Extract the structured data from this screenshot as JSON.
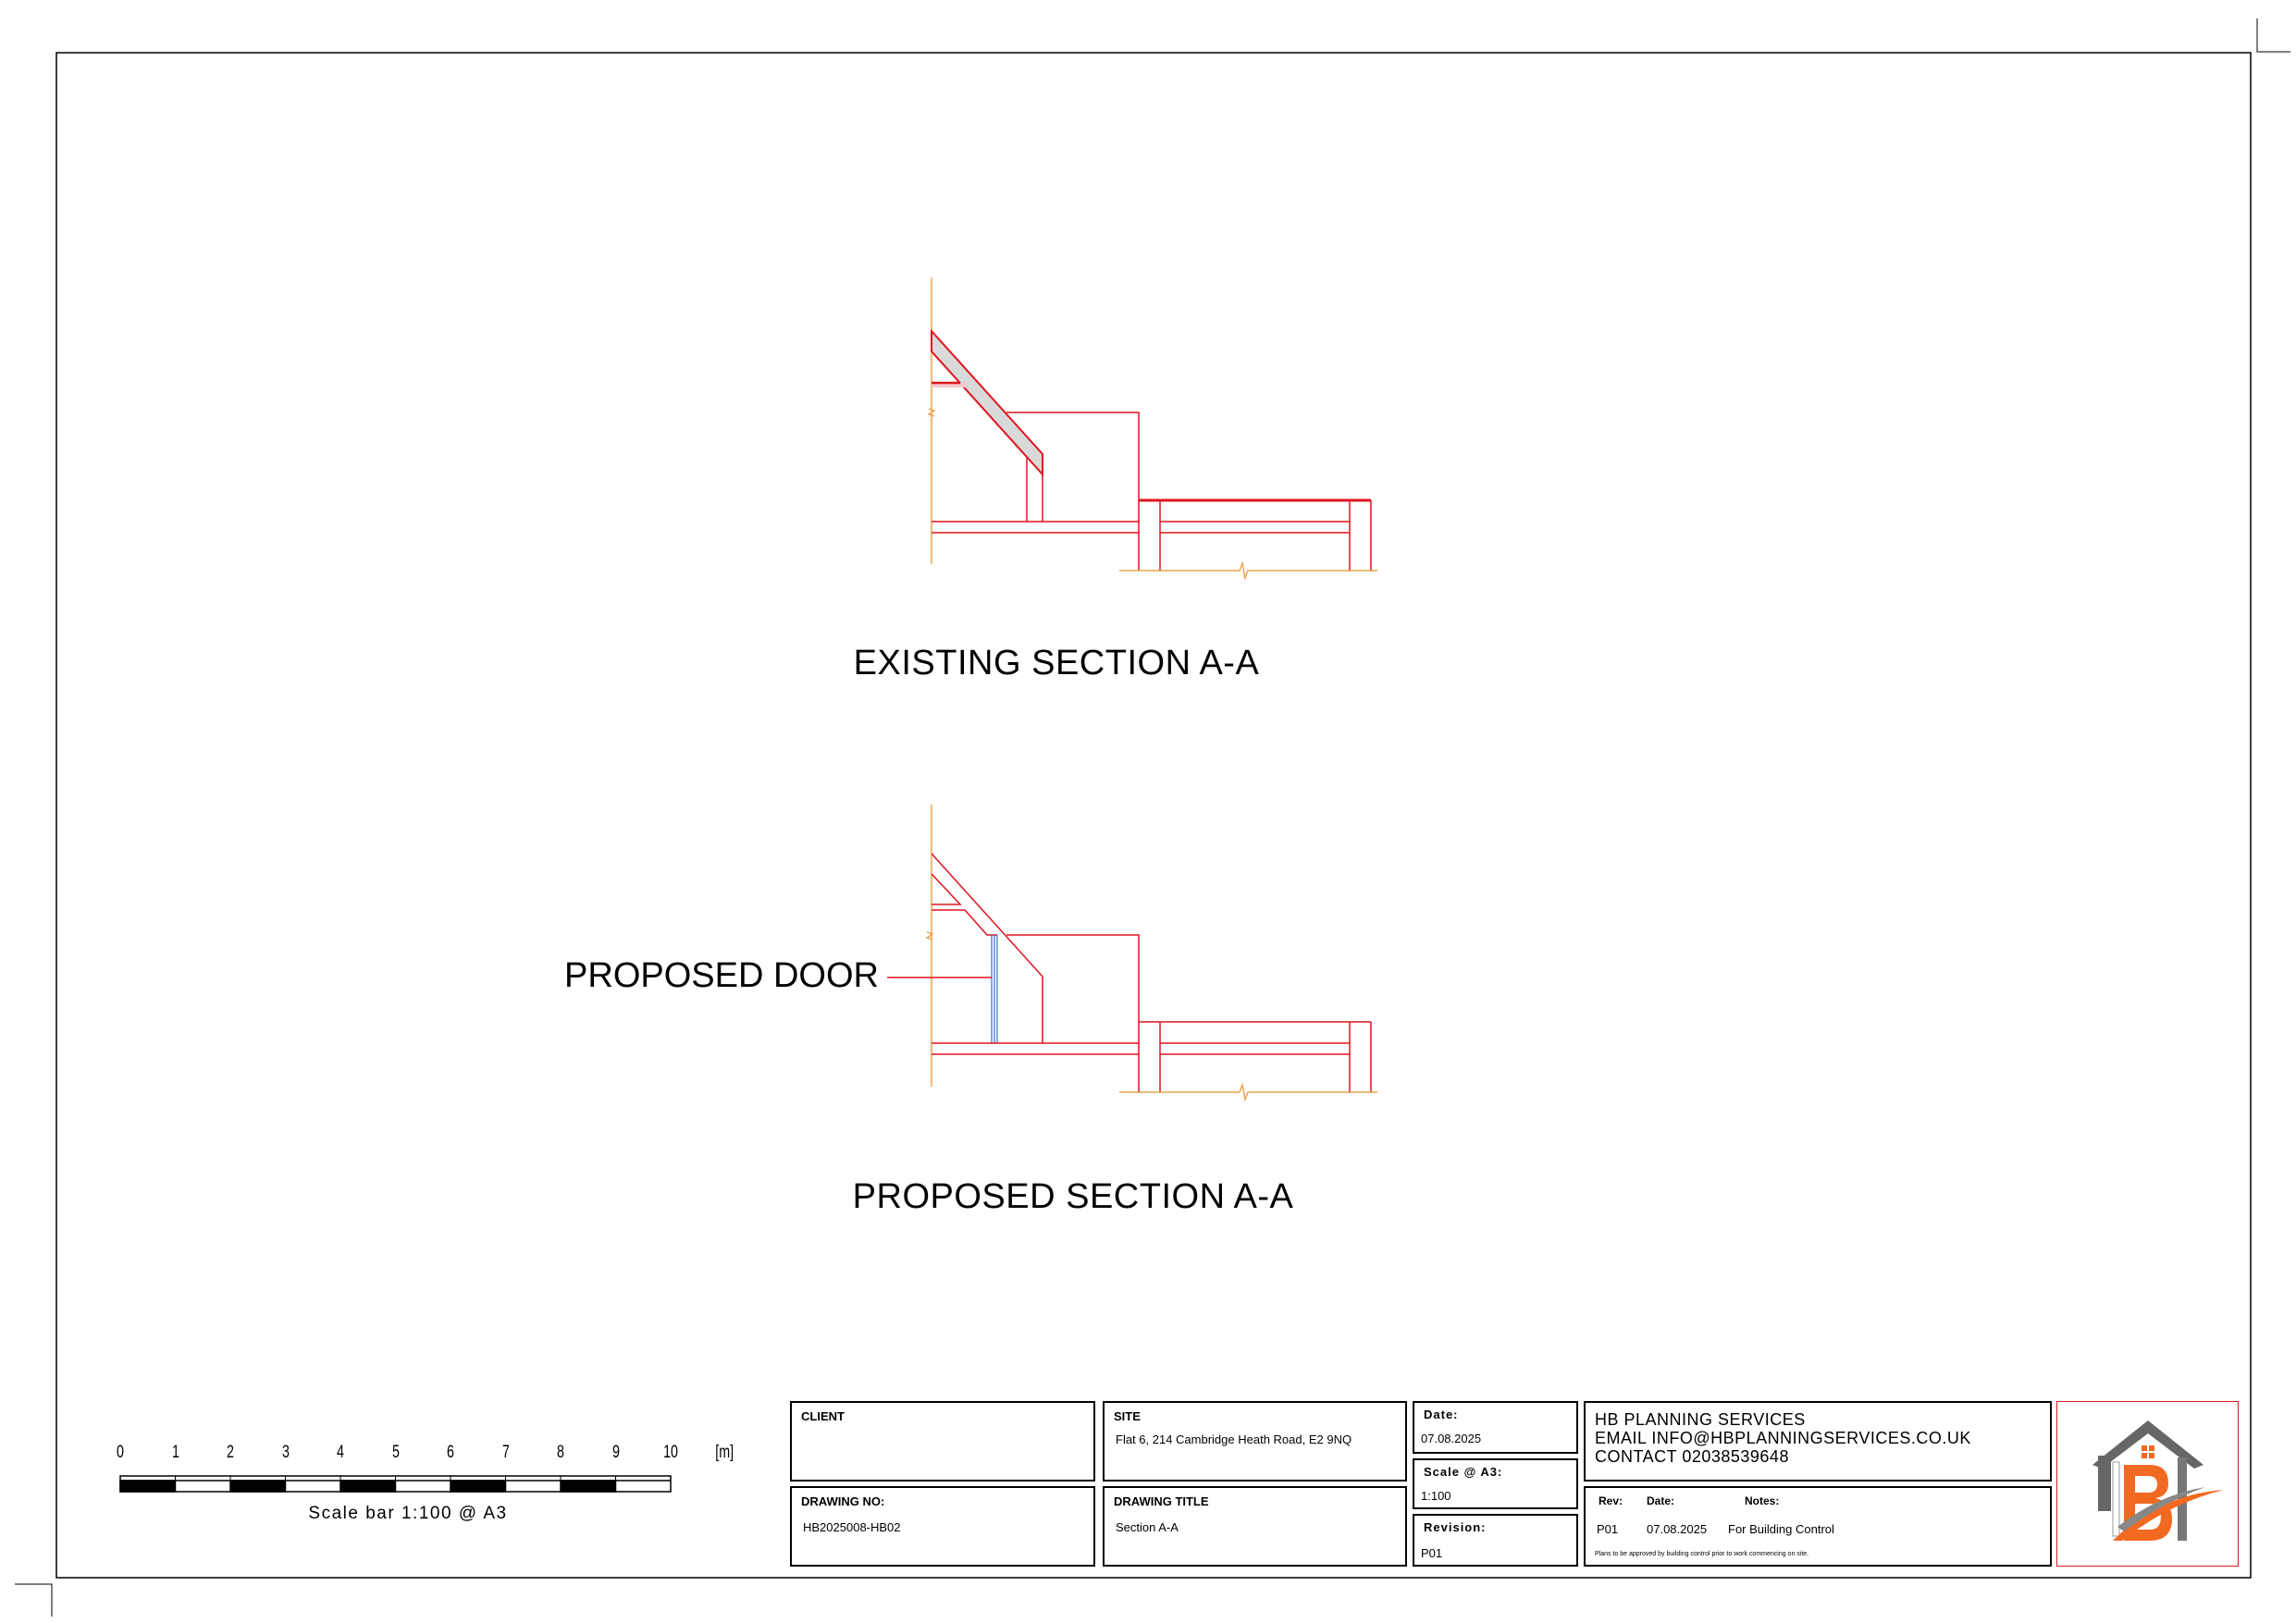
{
  "drawings": {
    "existing_title": "EXISTING SECTION A-A",
    "proposed_title": "PROPOSED SECTION A-A",
    "proposed_door_label": "PROPOSED DOOR"
  },
  "scale_bar": {
    "ticks": [
      "0",
      "1",
      "2",
      "3",
      "4",
      "5",
      "6",
      "7",
      "8",
      "9",
      "10"
    ],
    "unit": "[m]",
    "caption": "Scale bar 1:100 @ A3"
  },
  "title_block": {
    "client_label": "CLIENT",
    "site_label": "SITE",
    "site_value": "Flat 6, 214 Cambridge Heath Road, E2 9NQ",
    "drawing_no_label": "DRAWING NO:",
    "drawing_no_value": "HB2025008-HB02",
    "drawing_title_label": "DRAWING TITLE",
    "drawing_title_value": "Section A-A",
    "date_label": "Date:",
    "date_value": "07.08.2025",
    "scale_label": "Scale @ A3:",
    "scale_value": "1:100",
    "revision_label": "Revision:",
    "revision_value": "P01",
    "company_name": "HB PLANNING SERVICES",
    "company_email": "EMAIL INFO@HBPLANNINGSERVICES.CO.UK",
    "company_contact": "CONTACT 02038539648",
    "rev_header": "Rev:",
    "rev_date_header": "Date:",
    "rev_notes_header": "Notes:",
    "rev_row": {
      "rev": "P01",
      "date": "07.08.2025",
      "notes": "For Building Control"
    },
    "footnote": "Plans to be approved by building control prior to work commencing on site."
  },
  "colors": {
    "section_line": "#e0141e",
    "grid_line": "#e8a650",
    "door": "#2a6fc9",
    "roof_fill": "#d9d9d9",
    "logo_grey": "#666666",
    "logo_orange": "#f26a21"
  }
}
